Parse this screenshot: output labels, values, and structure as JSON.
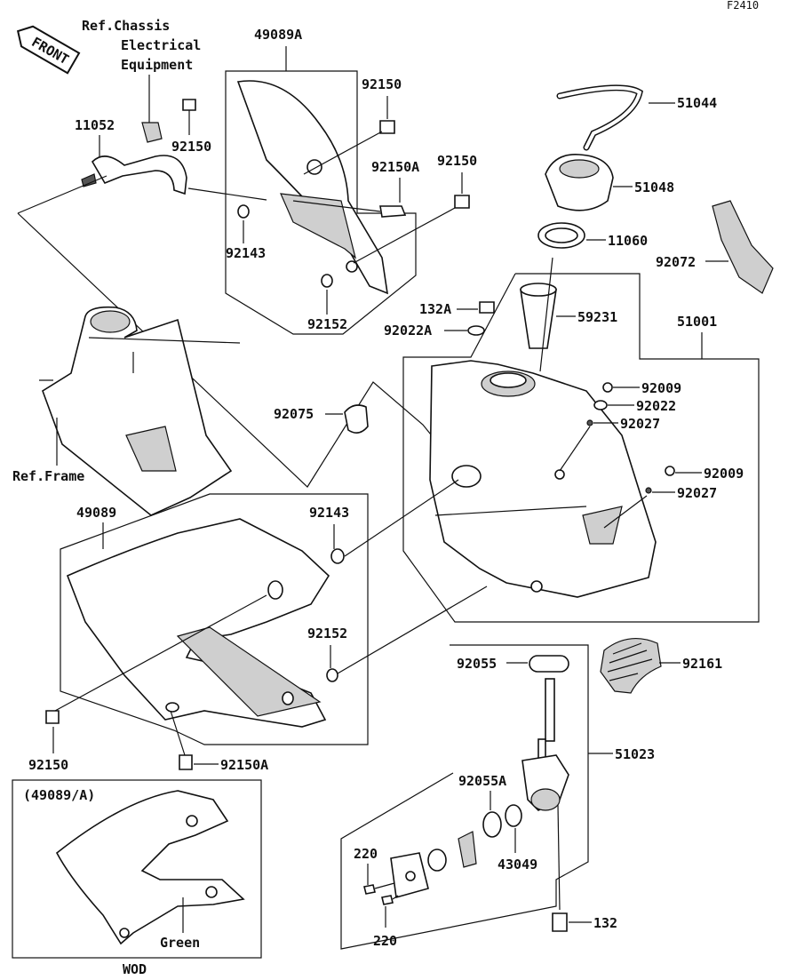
{
  "diagram_code": "F2410",
  "front_label": "FRONT",
  "ref_notes": {
    "chassis_electrical": [
      "Ref.Chassis",
      "Electrical",
      "Equipment"
    ],
    "frame": "Ref.Frame"
  },
  "callouts": {
    "p49089A": "49089A",
    "p92150_a": "92150",
    "p11052": "11052",
    "p92150_b": "92150",
    "p92150A_top": "92150A",
    "p92150_c": "92150",
    "p92143_top": "92143",
    "p92152_top": "92152",
    "p51044": "51044",
    "p51048": "51048",
    "p11060": "11060",
    "p92072": "92072",
    "p132A": "132A",
    "p92022A": "92022A",
    "p59231": "59231",
    "p51001": "51001",
    "p92009_a": "92009",
    "p92022": "92022",
    "p92027_a": "92027",
    "p92075": "92075",
    "p92009_b": "92009",
    "p92027_b": "92027",
    "p49089": "49089",
    "p92143_mid": "92143",
    "p92152_mid": "92152",
    "p92150_bottom": "92150",
    "p92150A_bottom": "92150A",
    "p92161": "92161",
    "p92055": "92055",
    "p51023": "51023",
    "p92055A": "92055A",
    "p220_top": "220",
    "p43049": "43049",
    "p220_bottom": "220",
    "p132": "132"
  },
  "inset": {
    "title": "(49089/A)",
    "color_label": "Green",
    "caption": "WOD"
  },
  "icons": [
    "front-arrow-icon"
  ]
}
